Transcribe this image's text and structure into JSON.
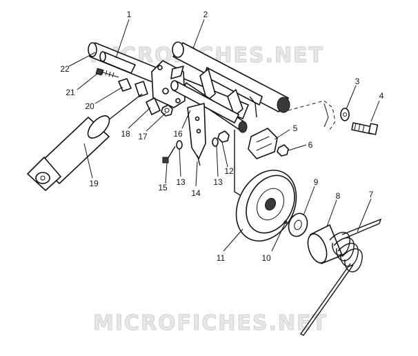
{
  "watermark_text": "MICROFICHES.NET",
  "callouts": [
    "1",
    "2",
    "3",
    "4",
    "5",
    "6",
    "7",
    "8",
    "9",
    "10",
    "11",
    "12",
    "13",
    "13",
    "14",
    "15",
    "16",
    "17",
    "18",
    "19",
    "20",
    "21",
    "22"
  ]
}
